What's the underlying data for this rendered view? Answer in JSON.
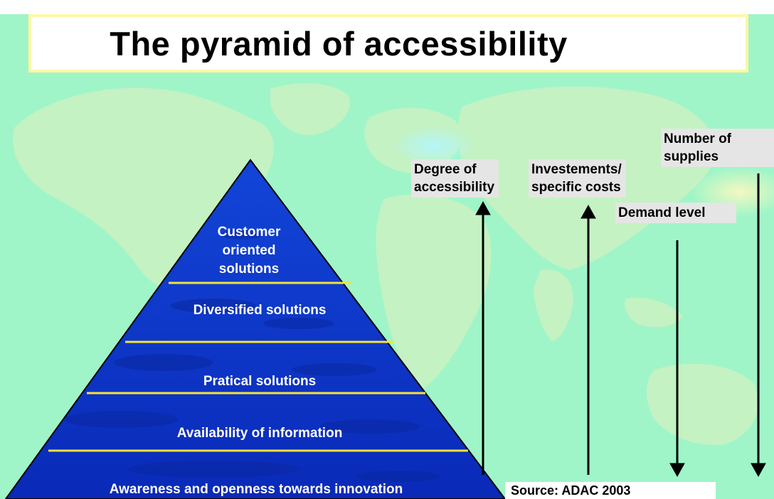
{
  "title": "The pyramid of accessibility",
  "pyramid": {
    "levels": [
      {
        "line1": "Customer",
        "line2": "oriented",
        "line3": "solutions"
      },
      {
        "label": "Diversified solutions"
      },
      {
        "label": "Pratical solutions"
      },
      {
        "label": "Availability of information"
      },
      {
        "label": "Awareness and openness towards innovation"
      }
    ]
  },
  "arrows": {
    "degree": {
      "line1": "Degree of",
      "line2": "accessibility",
      "direction": "up"
    },
    "investments": {
      "line1": "Investements/",
      "line2": "specific costs",
      "direction": "up"
    },
    "demand": {
      "label": "Demand level",
      "direction": "down"
    },
    "supplies": {
      "line1": "Number of",
      "line2": "supplies",
      "direction": "down"
    }
  },
  "source": "Source: ADAC 2003",
  "colors": {
    "background": "#9ff5c8",
    "land": "#c4f2c2",
    "pyramid": "#0a2fc4",
    "divider": "#f5e236",
    "label_box": "#e5e5e5"
  }
}
